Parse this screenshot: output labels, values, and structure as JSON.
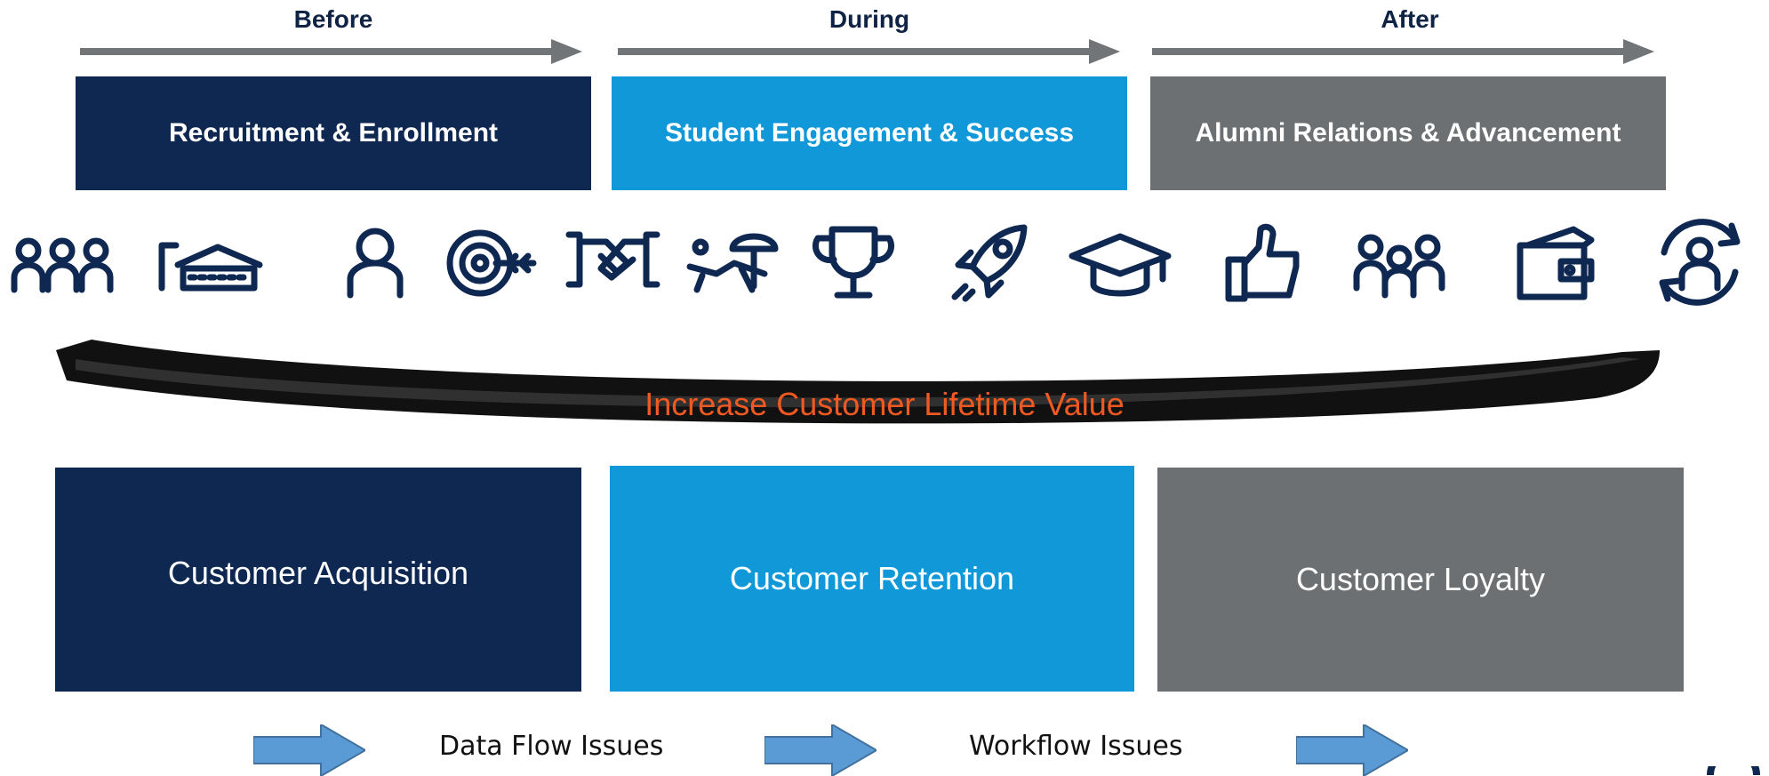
{
  "phases": [
    {
      "label": "Before",
      "box": "Recruitment & Enrollment"
    },
    {
      "label": "During",
      "box": "Student Engagement & Success"
    },
    {
      "label": "After",
      "box": "Alumni Relations & Advancement"
    }
  ],
  "icons": [
    "group-icon",
    "building-icon",
    "person-icon",
    "target-icon",
    "handshake-icon",
    "lounge-chair-icon",
    "trophy-icon",
    "rocket-icon",
    "graduation-cap-icon",
    "thumbs-up-icon",
    "group-icon",
    "wallet-icon",
    "person-cycle-icon"
  ],
  "tagline": "Increase Customer Lifetime Value",
  "outcomes": [
    "Customer Acquisition",
    "Customer Retention",
    "Customer Loyalty"
  ],
  "issues": [
    "Data Flow Issues",
    "Workflow Issues"
  ],
  "colors": {
    "navy": "#0f2852",
    "blue": "#1098d8",
    "grey": "#6d7073",
    "orange": "#f05a22",
    "arrow_blue": "#5b9bd5"
  }
}
